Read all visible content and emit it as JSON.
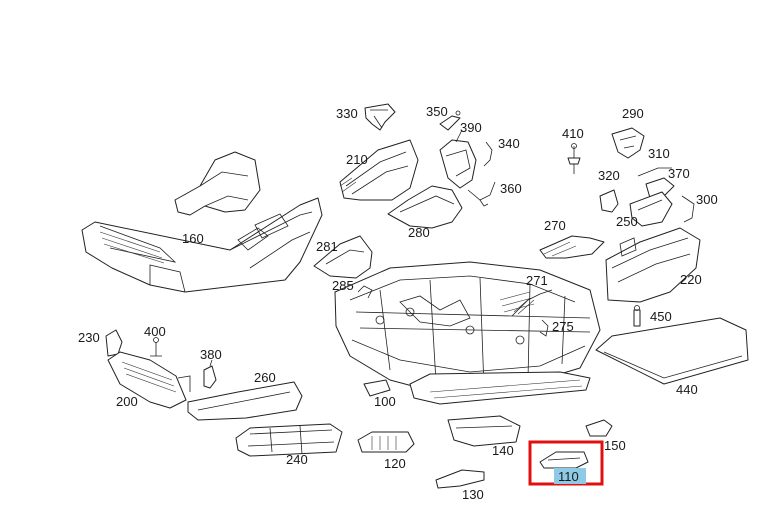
{
  "diagram": {
    "labels": [
      "330",
      "350",
      "290",
      "390",
      "340",
      "410",
      "210",
      "310",
      "320",
      "370",
      "360",
      "300",
      "160",
      "270",
      "250",
      "280",
      "281",
      "220",
      "271",
      "285",
      "275",
      "450",
      "230",
      "400",
      "380",
      "260",
      "440",
      "200",
      "100",
      "150",
      "140",
      "240",
      "120",
      "110",
      "130"
    ],
    "highlight": {
      "label": "110",
      "box_color": "#e01010",
      "label_fill": "#8ecae6"
    }
  }
}
